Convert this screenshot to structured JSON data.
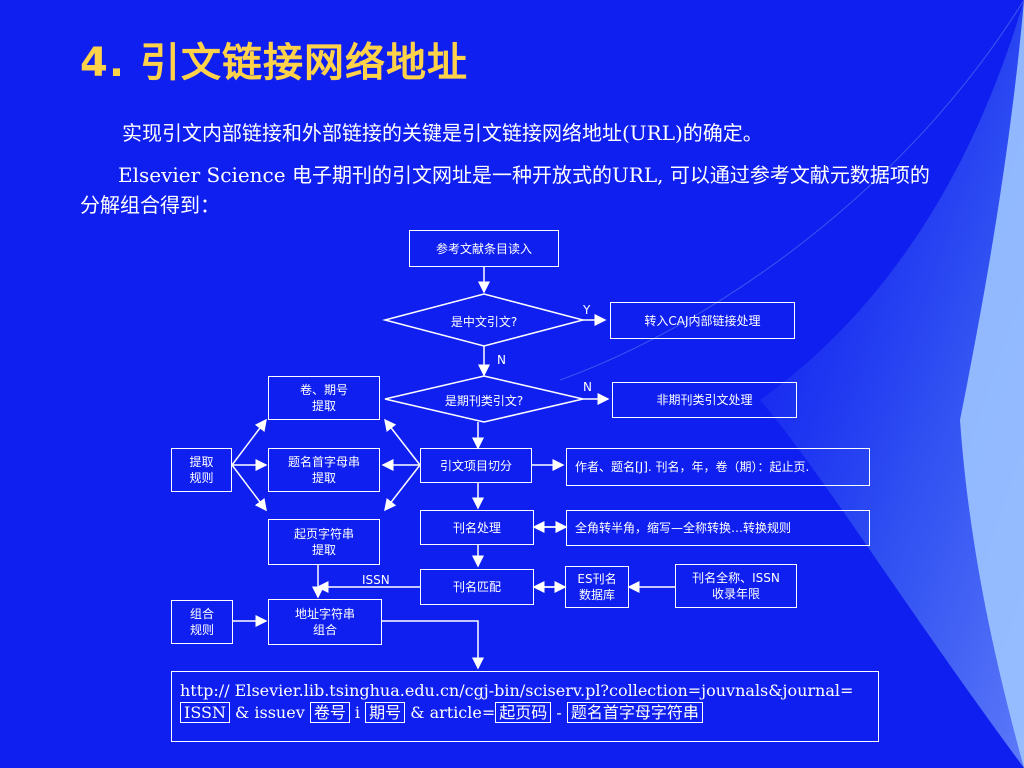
{
  "slide": {
    "title": "4. 引文链接网络地址",
    "para1": "实现引文内部链接和外部链接的关键是引文链接网络地址(URL)的确定。",
    "para2": "Elsevier Science 电子期刊的引文网址是一种开放式的URL, 可以通过参考文献元数据项的分解组合得到："
  },
  "flow": {
    "start": "参考文献条目读入",
    "q_chinese": "是中文引文?",
    "yes_label": "Y",
    "caj": "转入CAJ内部链接处理",
    "n1_label": "N",
    "q_journal": "是期刊类引文?",
    "n2_label": "N",
    "non_journal": "非期刊类引文处理",
    "vol_issue": "卷、期号\n提取",
    "rule_extract": "提取\n规则",
    "title_initial": "题名首字母串\n提取",
    "split": "引文项目切分",
    "split_note": "作者、题名[J]. 刊名，年，卷（期）：起止页.",
    "start_page": "起页字符串\n提取",
    "journal_proc": "刊名处理",
    "journal_note": "全角转半角，缩写—全称转换…转换规则",
    "issn_label": "ISSN",
    "journal_match": "刊名匹配",
    "es_db": "ES刊名\n数据库",
    "db_note": "刊名全称、ISSN\n收录年限",
    "rule_combine": "组合\n规则",
    "addr_combine": "地址字符串\n组合"
  },
  "url": {
    "line1": "http:// Elsevier.lib.tsinghua.edu.cn/cgj-bin/sciserv.pl?collection=jouvnals&journal=",
    "issn": "ISSN",
    "t1": " & issuev ",
    "vol": "卷号",
    "t2": " i ",
    "issue": "期号",
    "t3": " & article=",
    "page": "起页码",
    "t4": " - ",
    "titlestr": "题名首字母字符串"
  }
}
